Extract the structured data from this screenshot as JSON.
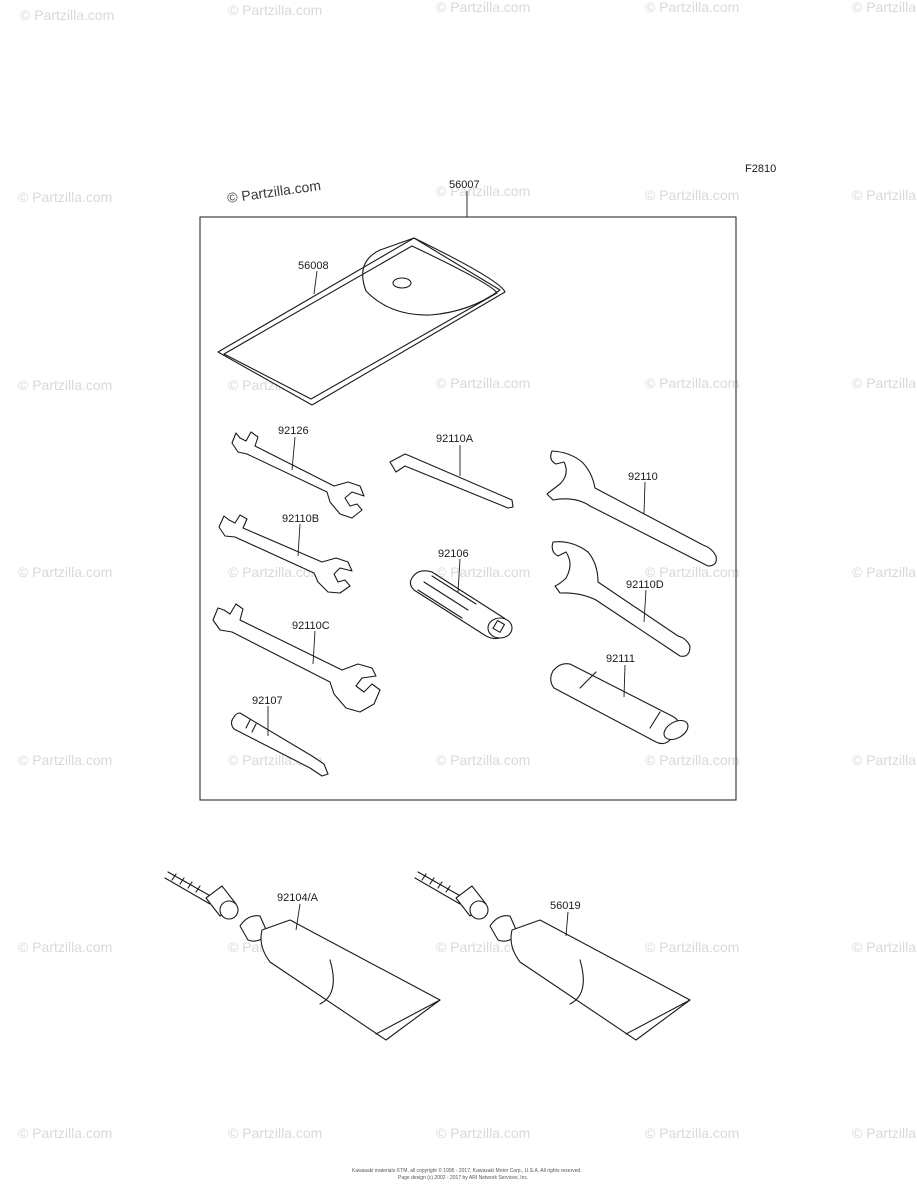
{
  "figure_code": "F2810",
  "copyright_main": "© Partzilla.com",
  "watermark": "© Partzilla.com",
  "parts": {
    "kit": "56007",
    "case": "56008",
    "wrench_a": "92126",
    "allen": "92110A",
    "spanner": "92110",
    "wrench_b": "92110B",
    "socket": "92106",
    "spanner_d": "92110D",
    "wrench_c": "92110C",
    "handle": "92111",
    "screwdriver": "92107",
    "grease_a": "92104/A",
    "grease_b": "56019"
  },
  "footer": {
    "line1": "Kawasaki materials ©TM, all copyright © 1995 - 2017, Kawasaki Motor Corp., U.S.A. All rights reserved.",
    "line2": "Page design (c) 2002 - 2017 by ARI Network Services, Inc."
  }
}
